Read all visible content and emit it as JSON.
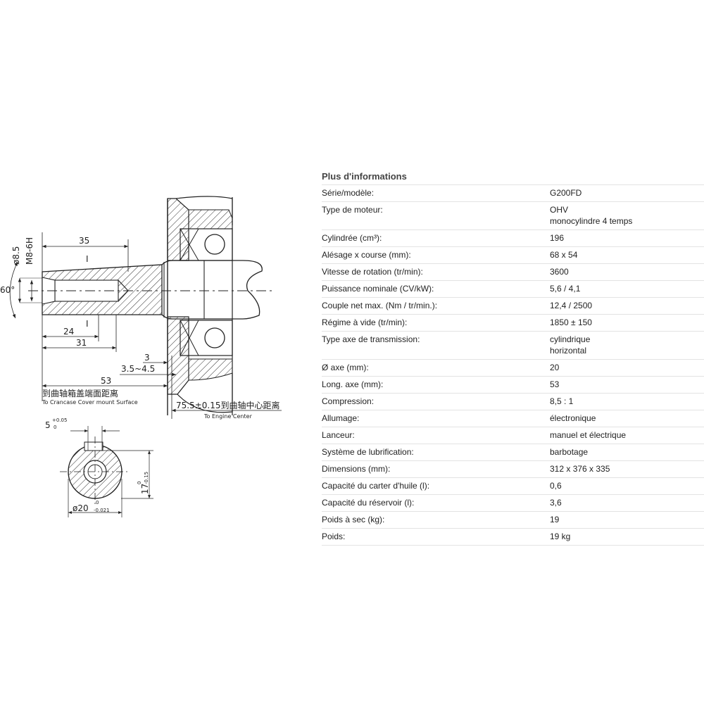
{
  "drawing": {
    "dims": {
      "d35": "35",
      "d24": "24",
      "d31": "31",
      "d53": "53",
      "d3": "3",
      "d3545": "3.5~4.5",
      "d60": "60°",
      "d85": "ø8.5",
      "m8": "M8-6H",
      "tick": "I",
      "d755": "75.5±0.15到曲轴中心距离",
      "crank_cn": "到曲轴箱盖端面距离",
      "crank_en": "To Crancase Cover mount Surface",
      "engine_en": "To Engine Center",
      "key_base": "5",
      "key_upper": "+0.05",
      "key_lower": "0",
      "h_base": "17",
      "h_upper": "0",
      "h_lower": "-0.15",
      "d20_base": "ø20",
      "d20_upper": "0",
      "d20_lower": "-0.021"
    }
  },
  "info": {
    "title": "Plus d'informations",
    "rows": [
      {
        "key": "Série/modèle:",
        "values": [
          "G200FD"
        ]
      },
      {
        "key": "Type de moteur:",
        "values": [
          "OHV",
          "monocylindre 4 temps"
        ]
      },
      {
        "key": "Cylindrée (cm³):",
        "values": [
          "196"
        ]
      },
      {
        "key": "Alésage x course (mm):",
        "values": [
          "68 x 54"
        ]
      },
      {
        "key": "Vitesse de rotation (tr/min):",
        "values": [
          "3600"
        ]
      },
      {
        "key": "Puissance nominale (CV/kW):",
        "values": [
          "5,6 / 4,1"
        ]
      },
      {
        "key": "Couple net max. (Nm / tr/min.):",
        "values": [
          "12,4 / 2500"
        ]
      },
      {
        "key": "Régime à vide (tr/min):",
        "values": [
          "1850 ± 150"
        ]
      },
      {
        "key": "Type axe de transmission:",
        "values": [
          "cylindrique",
          "horizontal"
        ]
      },
      {
        "key": "Ø axe (mm):",
        "values": [
          "20"
        ]
      },
      {
        "key": "Long. axe (mm):",
        "values": [
          "53"
        ]
      },
      {
        "key": "Compression:",
        "values": [
          "8,5 : 1"
        ]
      },
      {
        "key": "Allumage:",
        "values": [
          "électronique"
        ]
      },
      {
        "key": "Lanceur:",
        "values": [
          "manuel et électrique"
        ]
      },
      {
        "key": "Système de lubrification:",
        "values": [
          "barbotage"
        ]
      },
      {
        "key": "Dimensions (mm):",
        "values": [
          "312 x 376 x 335"
        ]
      },
      {
        "key": "Capacité du carter d'huile (l):",
        "values": [
          "0,6"
        ]
      },
      {
        "key": "Capacité du réservoir (l):",
        "values": [
          "3,6"
        ]
      },
      {
        "key": "Poids à sec (kg):",
        "values": [
          "19"
        ]
      },
      {
        "key": "Poids:",
        "values": [
          "19 kg"
        ]
      }
    ]
  }
}
